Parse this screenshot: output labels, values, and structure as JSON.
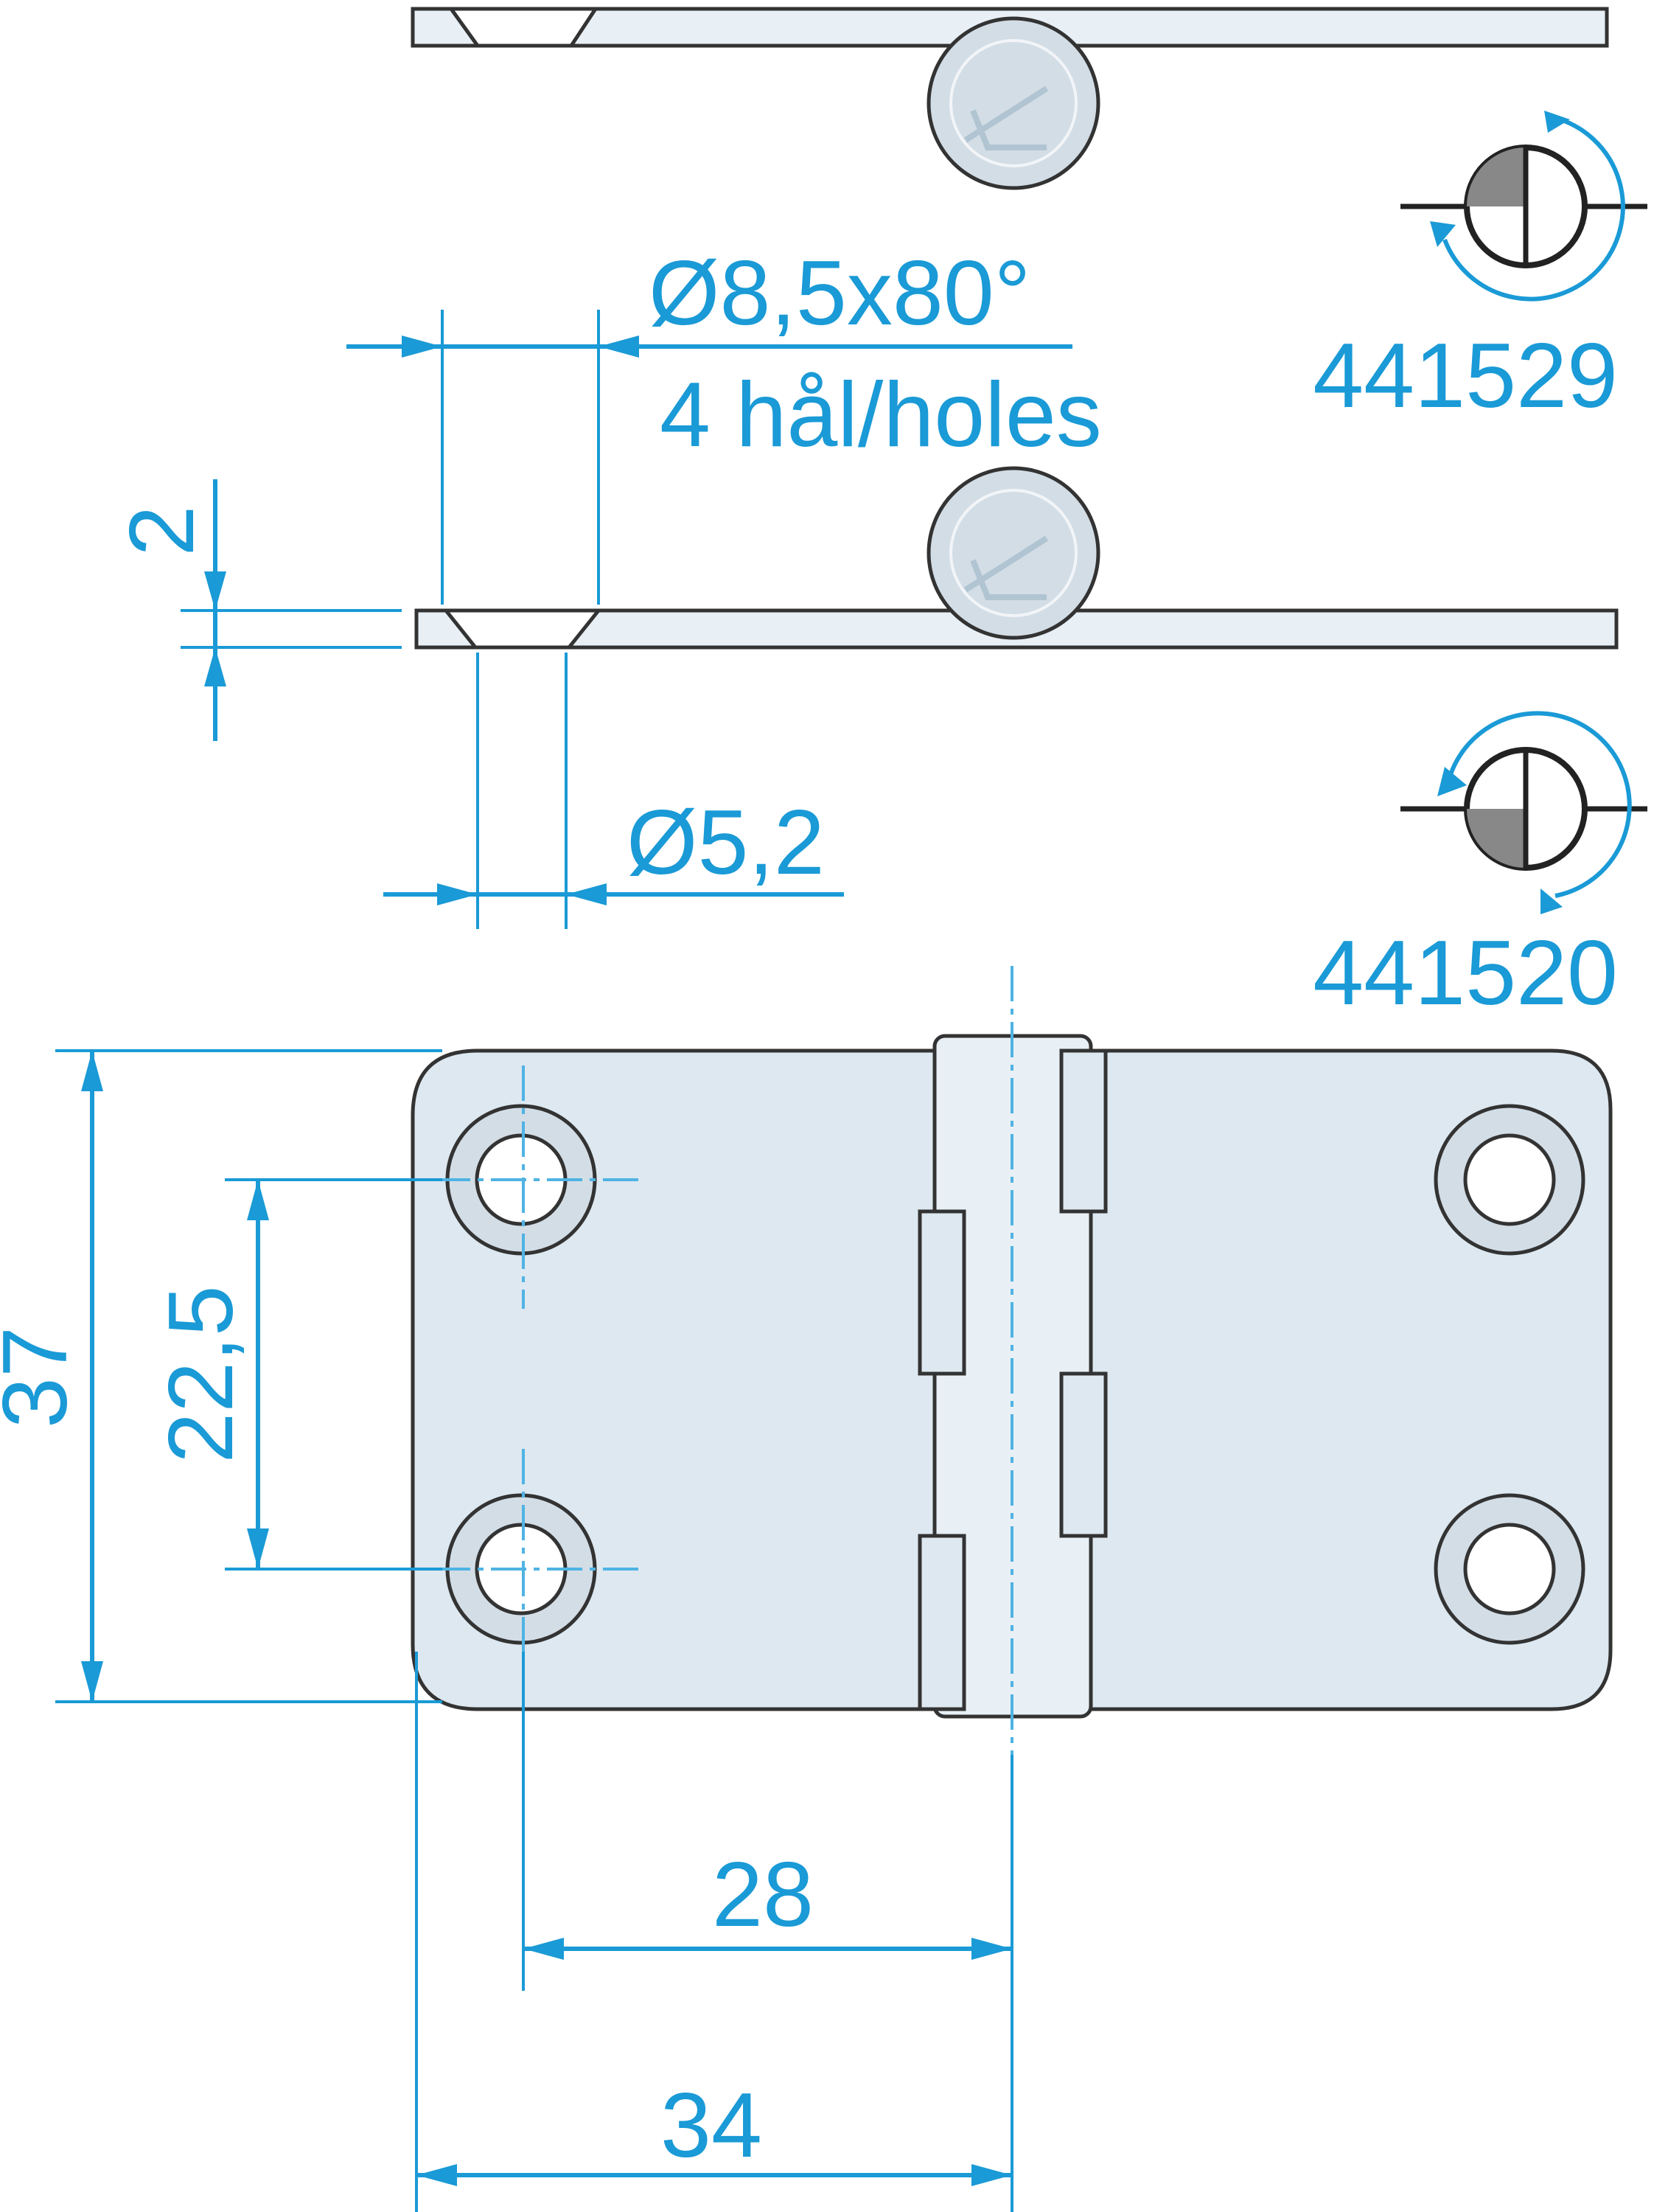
{
  "title": "",
  "labels": {
    "countersink": "Ø8,5x80°",
    "holes_note": "4 hål/holes",
    "thickness": "2",
    "hole_diameter": "Ø5,2",
    "height": "37",
    "hole_spacing_vertical": "22,5",
    "hole_spacing_horizontal": "28",
    "width": "34"
  },
  "variants": [
    {
      "article": "441529",
      "rotation": "clockwise"
    },
    {
      "article": "441520",
      "rotation": "counter-clockwise"
    }
  ],
  "colors": {
    "dimension": "#1a9ad6",
    "part_fill": "#dde8f0",
    "outline": "#333333"
  }
}
